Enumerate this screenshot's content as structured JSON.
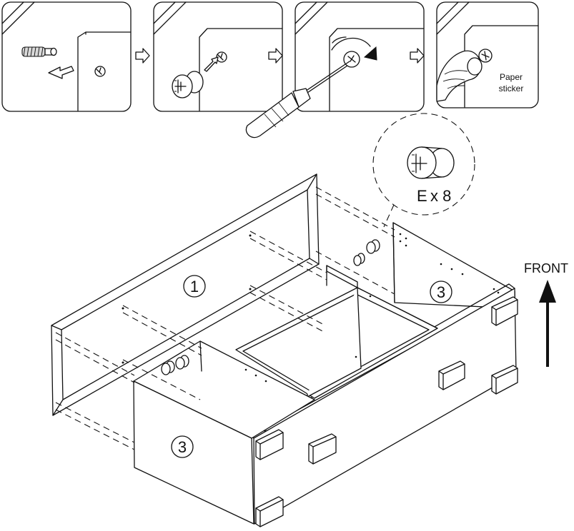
{
  "steps": {
    "step4_sticker_label_line1": "Paper",
    "step4_sticker_label_line2": "sticker"
  },
  "callout": {
    "part_letter": "E",
    "quantity": "x 8"
  },
  "panels": {
    "back_panel_number": "1",
    "left_side_number": "3",
    "right_side_number": "3"
  },
  "orientation": {
    "front_label": "FRONT"
  }
}
